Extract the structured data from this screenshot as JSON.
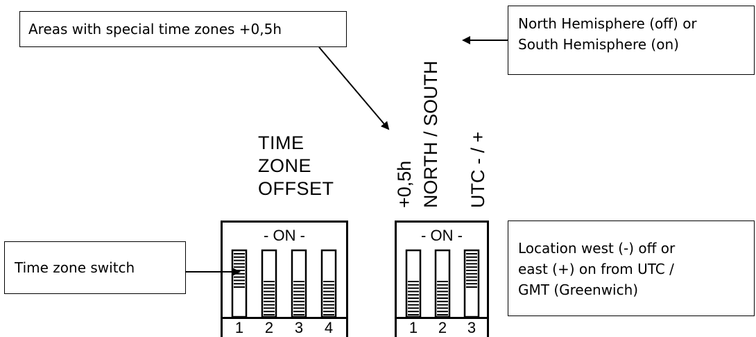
{
  "callouts": {
    "special_zones": "Areas with special time zones +0,5h",
    "hemisphere": [
      "North Hemisphere (off) or",
      "South Hemisphere (on)"
    ],
    "timezone_switch": "Time zone switch",
    "location": [
      "Location west (-) off or",
      "east (+) on from UTC /",
      "GMT (Greenwich)"
    ]
  },
  "labels": {
    "tz_offset": [
      "TIME",
      "ZONE",
      "OFFSET"
    ],
    "half_hour": "+0,5h",
    "north_south": "NORTH / SOUTH",
    "utc": "UTC - / +"
  },
  "switch_a": {
    "on_label": "- ON -",
    "switches": [
      {
        "number": "1",
        "position": "on"
      },
      {
        "number": "2",
        "position": "off"
      },
      {
        "number": "3",
        "position": "off"
      },
      {
        "number": "4",
        "position": "off"
      }
    ]
  },
  "switch_b": {
    "on_label": "- ON -",
    "switches": [
      {
        "number": "1",
        "position": "off"
      },
      {
        "number": "2",
        "position": "off"
      },
      {
        "number": "3",
        "position": "on"
      }
    ]
  }
}
